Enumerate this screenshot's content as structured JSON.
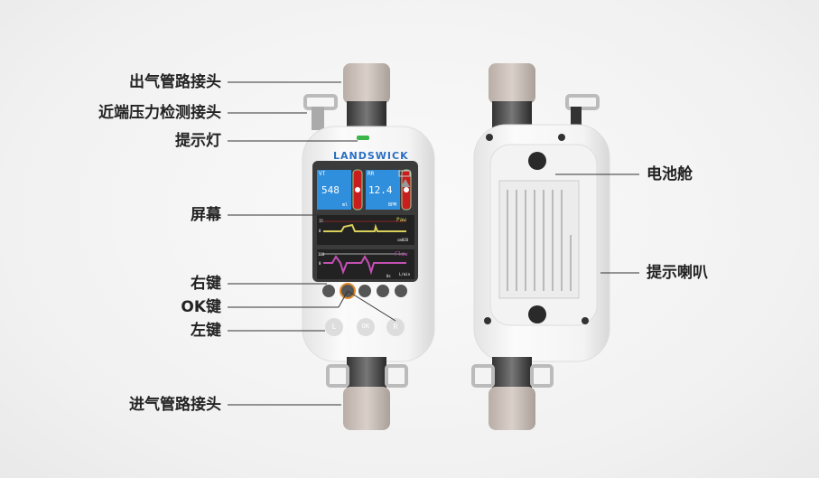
{
  "labels_left": [
    {
      "text": "出气管路接头"
    },
    {
      "text": "近端压力检测接头"
    },
    {
      "text": "提示灯"
    },
    {
      "text": "屏幕"
    },
    {
      "text": "右键"
    },
    {
      "text": "OK键"
    },
    {
      "text": "左键"
    },
    {
      "text": "进气管路接头"
    }
  ],
  "labels_right": [
    {
      "text": "电池舱"
    },
    {
      "text": "提示喇叭"
    }
  ],
  "device": {
    "brand": "LANDSWICK",
    "screen": {
      "vt_label": "VT",
      "vt_value": "548",
      "vt_unit": "ml",
      "rr_label": "RR",
      "rr_value": "12.4",
      "rr_unit": "BPM",
      "paw_label": "Paw",
      "paw_tick_high": "15",
      "paw_tick_low": "0",
      "paw_unit": "cmH2O",
      "flow_label": "Flow",
      "flow_tick_high": "100",
      "flow_tick_low": "0",
      "flow_unit": "L/min",
      "time_label": "0s"
    },
    "buttons": {
      "left": "L",
      "ok": "OK",
      "right": "R"
    },
    "colors": {
      "screen_tile": "#2f8fdc",
      "paw_wave": "#d8d05a",
      "flow_wave": "#c450b4",
      "indicator": "#3cb54a"
    }
  }
}
